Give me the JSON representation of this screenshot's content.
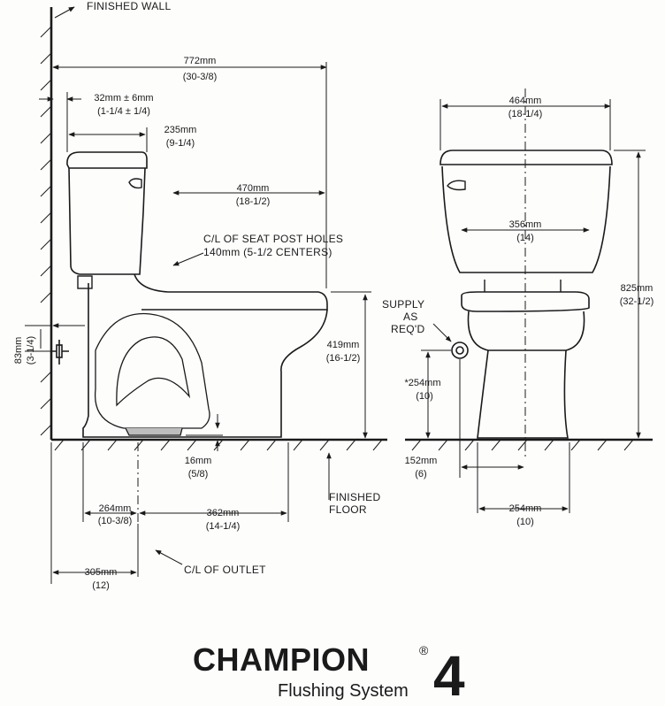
{
  "labels": {
    "finished_wall": "FINISHED WALL",
    "seat_post_1": "C/L OF SEAT POST HOLES",
    "seat_post_2": "140mm (5-1/2 CENTERS)",
    "supply_1": "SUPPLY",
    "supply_2": "AS",
    "supply_3": "REQ'D",
    "finished_floor_1": "FINISHED",
    "finished_floor_2": "FLOOR",
    "cl_outlet": "C/L OF OUTLET"
  },
  "dimensions": {
    "overall_depth": {
      "mm": "772mm",
      "in": "(30-3/8)"
    },
    "tank_gap": {
      "mm": "32mm ± 6mm",
      "in": "(1-1/4 ± 1/4)"
    },
    "tank_depth": {
      "mm": "235mm",
      "in": "(9-1/4)"
    },
    "bowl_front": {
      "mm": "470mm",
      "in": "(18-1/2)"
    },
    "seat_height": {
      "mm": "419mm",
      "in": "(16-1/2)"
    },
    "supply_side": {
      "mm": "83mm",
      "in": "(3-1/4)"
    },
    "base_height": {
      "mm": "16mm",
      "in": "(5/8)"
    },
    "rear_to_outlet": {
      "mm": "264mm",
      "in": "(10-3/8)"
    },
    "outlet_to_front": {
      "mm": "362mm",
      "in": "(14-1/4)"
    },
    "rough_in": {
      "mm": "305mm",
      "in": "(12)"
    },
    "tank_width": {
      "mm": "464mm",
      "in": "(18-1/4)"
    },
    "bowl_width": {
      "mm": "356mm",
      "in": "(14)"
    },
    "overall_height": {
      "mm": "825mm",
      "in": "(32-1/2)"
    },
    "supply_height": {
      "mm": "*254mm",
      "in": "(10)"
    },
    "supply_offset": {
      "mm": "152mm",
      "in": "(6)"
    },
    "base_width": {
      "mm": "254mm",
      "in": "(10)"
    }
  },
  "brand": {
    "name": "CHAMPION",
    "reg": "®",
    "number": "4",
    "subtitle": "Flushing System"
  }
}
